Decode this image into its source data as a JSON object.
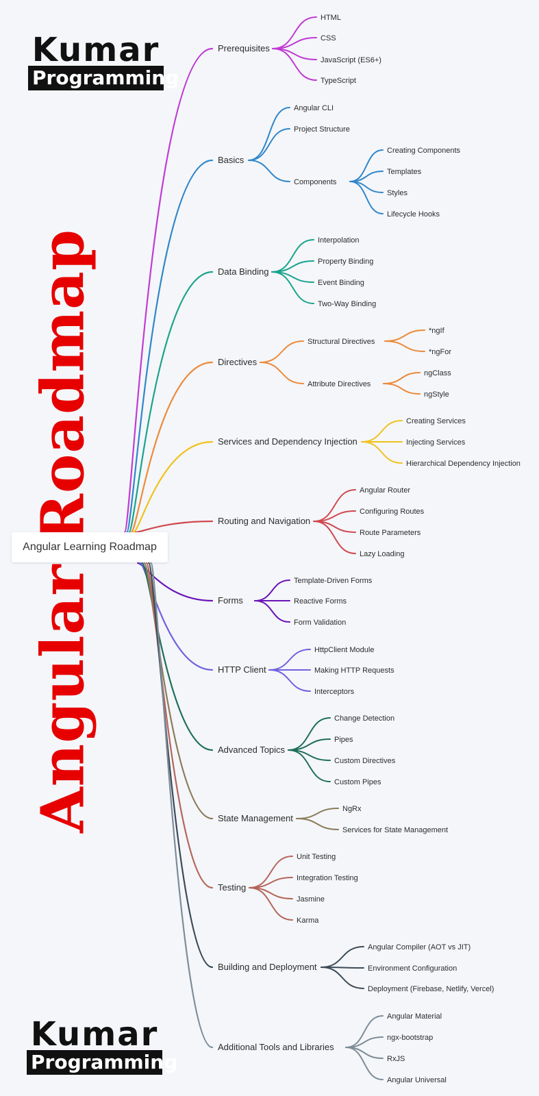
{
  "brand": {
    "word_top": "Kumar",
    "word_bottom": "Programming"
  },
  "title": "Angular Roadmap",
  "root": "Angular Learning Roadmap",
  "branches": [
    {
      "label": "Prerequisites",
      "color": "#c03bd4",
      "children": [
        {
          "label": "HTML"
        },
        {
          "label": "CSS"
        },
        {
          "label": "JavaScript (ES6+)"
        },
        {
          "label": "TypeScript"
        }
      ]
    },
    {
      "label": "Basics",
      "color": "#2f86c9",
      "children": [
        {
          "label": "Angular CLI"
        },
        {
          "label": "Project Structure"
        },
        {
          "label": "Components",
          "children": [
            {
              "label": "Creating Components"
            },
            {
              "label": "Templates"
            },
            {
              "label": "Styles"
            },
            {
              "label": "Lifecycle Hooks"
            }
          ]
        }
      ]
    },
    {
      "label": "Data Binding",
      "color": "#19a38c",
      "children": [
        {
          "label": "Interpolation"
        },
        {
          "label": "Property Binding"
        },
        {
          "label": "Event Binding"
        },
        {
          "label": "Two-Way Binding"
        }
      ]
    },
    {
      "label": "Directives",
      "color": "#ec8a3a",
      "children": [
        {
          "label": "Structural Directives",
          "children": [
            {
              "label": "*ngIf"
            },
            {
              "label": "*ngFor"
            }
          ]
        },
        {
          "label": "Attribute Directives",
          "children": [
            {
              "label": "ngClass"
            },
            {
              "label": "ngStyle"
            }
          ]
        }
      ]
    },
    {
      "label": "Services and Dependency Injection",
      "color": "#f1c21b",
      "children": [
        {
          "label": "Creating Services"
        },
        {
          "label": "Injecting Services"
        },
        {
          "label": "Hierarchical Dependency Injection"
        }
      ]
    },
    {
      "label": "Routing and Navigation",
      "color": "#d0474f",
      "children": [
        {
          "label": "Angular Router"
        },
        {
          "label": "Configuring Routes"
        },
        {
          "label": "Route Parameters"
        },
        {
          "label": "Lazy Loading"
        }
      ]
    },
    {
      "label": "Forms",
      "color": "#6a12b8",
      "children": [
        {
          "label": "Template-Driven Forms"
        },
        {
          "label": "Reactive Forms"
        },
        {
          "label": "Form Validation"
        }
      ]
    },
    {
      "label": "HTTP Client",
      "color": "#7060e0",
      "children": [
        {
          "label": "HttpClient Module"
        },
        {
          "label": "Making HTTP Requests"
        },
        {
          "label": "Interceptors"
        }
      ]
    },
    {
      "label": "Advanced Topics",
      "color": "#1f6e5a",
      "children": [
        {
          "label": "Change Detection"
        },
        {
          "label": "Pipes"
        },
        {
          "label": "Custom Directives"
        },
        {
          "label": "Custom Pipes"
        }
      ]
    },
    {
      "label": "State Management",
      "color": "#8c7b5a",
      "children": [
        {
          "label": "NgRx"
        },
        {
          "label": "Services for State Management"
        }
      ]
    },
    {
      "label": "Testing",
      "color": "#b5655a",
      "children": [
        {
          "label": "Unit Testing"
        },
        {
          "label": "Integration Testing"
        },
        {
          "label": "Jasmine"
        },
        {
          "label": "Karma"
        }
      ]
    },
    {
      "label": "Building and Deployment",
      "color": "#3c4a57",
      "children": [
        {
          "label": "Angular Compiler (AOT vs JIT)"
        },
        {
          "label": "Environment Configuration"
        },
        {
          "label": "Deployment (Firebase, Netlify, Vercel)"
        }
      ]
    },
    {
      "label": "Additional Tools and Libraries",
      "color": "#7d8c98",
      "children": [
        {
          "label": "Angular Material"
        },
        {
          "label": "ngx-bootstrap"
        },
        {
          "label": "RxJS"
        },
        {
          "label": "Angular Universal"
        }
      ]
    }
  ]
}
